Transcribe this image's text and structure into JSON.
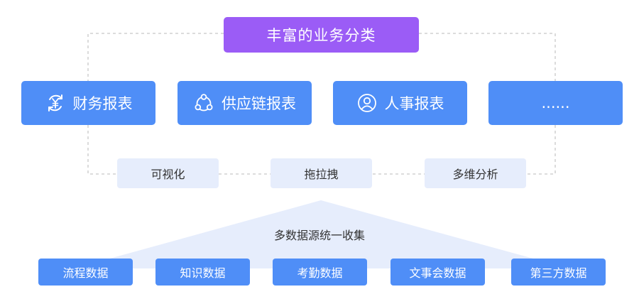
{
  "title": "丰富的业务分类",
  "categories": [
    {
      "label": "财务报表",
      "icon": "yuan-refresh-icon"
    },
    {
      "label": "供应链报表",
      "icon": "supply-chain-icon"
    },
    {
      "label": "人事报表",
      "icon": "user-circle-icon"
    },
    {
      "label": "......",
      "icon": ""
    }
  ],
  "features": [
    {
      "label": "可视化"
    },
    {
      "label": "拖拉拽"
    },
    {
      "label": "多维分析"
    }
  ],
  "collection": {
    "label": "多数据源统一收集"
  },
  "sources": [
    {
      "label": "流程数据"
    },
    {
      "label": "知识数据"
    },
    {
      "label": "考勤数据"
    },
    {
      "label": "文事会数据"
    },
    {
      "label": "第三方数据"
    }
  ],
  "colors": {
    "title_bg": "#9b5cf6",
    "category_bg": "#4f8ef7",
    "feature_bg": "#e6edfc",
    "source_bg": "#4f8ef7",
    "triangle": "#e6edfc",
    "connector": "#c8c8c8"
  }
}
